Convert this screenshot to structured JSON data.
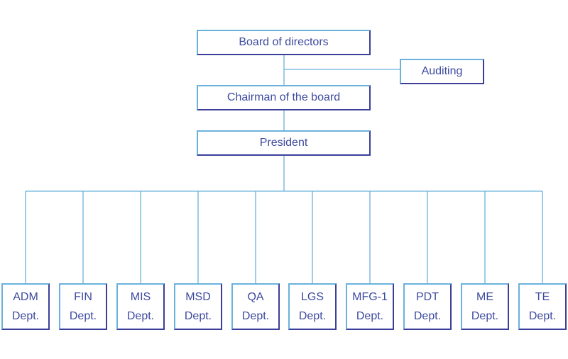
{
  "colors": {
    "line": "#6ab2dc",
    "border_dark": "#3b3f9a",
    "text": "#3d4a9e"
  },
  "top": {
    "board": "Board of directors",
    "auditing": "Auditing",
    "chairman": "Chairman of the board",
    "president": "President"
  },
  "departments": [
    {
      "name": "ADM",
      "suffix": "Dept."
    },
    {
      "name": "FIN",
      "suffix": "Dept."
    },
    {
      "name": "MIS",
      "suffix": "Dept."
    },
    {
      "name": "MSD",
      "suffix": "Dept."
    },
    {
      "name": "QA",
      "suffix": "Dept."
    },
    {
      "name": "LGS",
      "suffix": "Dept."
    },
    {
      "name": "MFG-1",
      "suffix": "Dept."
    },
    {
      "name": "PDT",
      "suffix": "Dept."
    },
    {
      "name": "ME",
      "suffix": "Dept."
    },
    {
      "name": "TE",
      "suffix": "Dept."
    }
  ]
}
